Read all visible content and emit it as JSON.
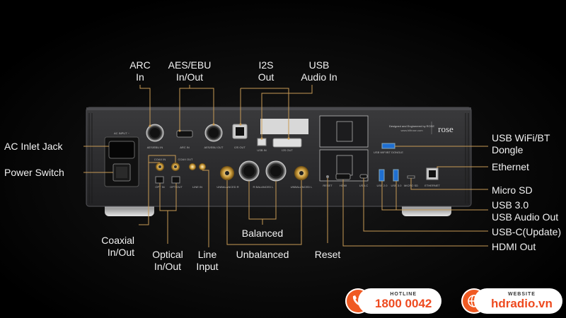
{
  "labels": {
    "arc_in": [
      "ARC",
      "In"
    ],
    "aes_ebu": [
      "AES/EBU",
      "In/Out"
    ],
    "i2s_out": [
      "I2S",
      "Out"
    ],
    "usb_audio_in": [
      "USB",
      "Audio In"
    ],
    "ac_inlet": "AC Inlet Jack",
    "power_switch": "Power Switch",
    "usb_wifi": [
      "USB WiFi/BT",
      "Dongle"
    ],
    "ethernet": "Ethernet",
    "micro_sd": "Micro SD",
    "usb30": [
      "USB 3.0",
      "USB Audio Out"
    ],
    "usbc": "USB-C(Update)",
    "hdmi_out": "HDMI Out",
    "coaxial": [
      "Coaxial",
      "In/Out"
    ],
    "optical": [
      "Optical",
      "In/Out"
    ],
    "line_input": [
      "Line",
      "Input"
    ],
    "balanced": "Balanced",
    "unbalanced": "Unbalanced",
    "reset": "Reset"
  },
  "panel_text": {
    "ac_input": "AC INPUT ~",
    "aes_in": "AES/EBU IN",
    "arc_in": "ARC IN",
    "aes_out": "AES/EBU OUT",
    "i2s_out": "I2S OUT",
    "usb_in": "USB IN",
    "i2s_out2": "I2S OUT",
    "coax_in": "COAX IN",
    "coax_out": "COAX OUT",
    "opt_in": "OPT IN",
    "opt_out": "OPT OUT",
    "line_in": "LINE IN",
    "unbalanced": "UNBALANCED R",
    "balanced": "R   BALANCED   L",
    "unbalanced_l": "UNBALANCED L",
    "reset": "RESET",
    "hdmi": "HDMI",
    "usbc": "USB-C",
    "usb1": "USB 2.0",
    "usb2": "USB 3.0",
    "microsd": "MICRO SD",
    "ethernet": "ETHERNET",
    "dongle": "USB WIFI/BT DONGLE",
    "designed": "Designed and Engineered by ROSE",
    "site": "www.hifirose.com",
    "brand": "rose"
  },
  "badges": {
    "hotline_caption": "HOTLINE",
    "hotline_number": "1800 0042",
    "website_caption": "WEBSITE",
    "website_url": "hdradio.vn"
  },
  "colors": {
    "background": "#000000",
    "chassis": "#2a2a2c",
    "leader_line": "#c79a55",
    "accent_orange": "#f05a23",
    "usb3_blue": "#1f6fd1"
  }
}
